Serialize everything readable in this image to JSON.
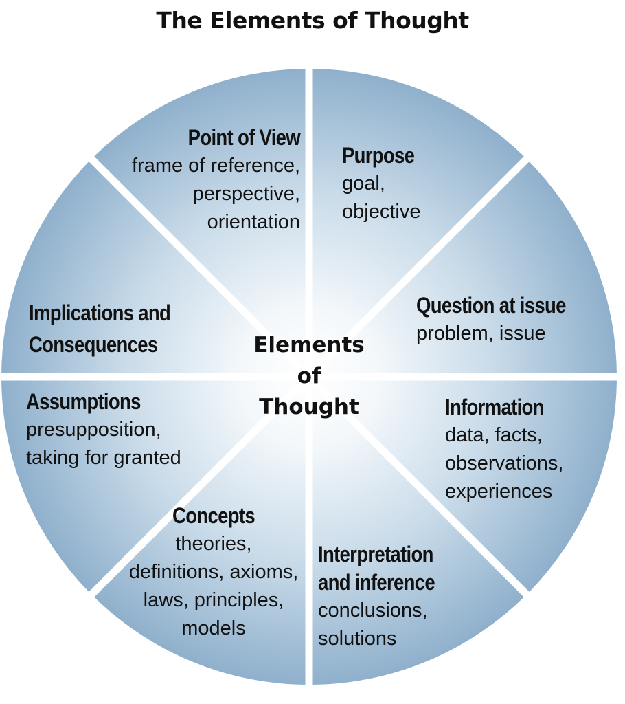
{
  "title": "The Elements of Thought",
  "center": [
    "Elements",
    "of",
    "Thought"
  ],
  "colors": {
    "rim": "#8fb0cc",
    "mid": "#c9dbe9",
    "center": "#ffffff",
    "divider": "#ffffff"
  },
  "segments": {
    "point_of_view": {
      "title": "Point of View",
      "lines": [
        "frame of reference,",
        "perspective,",
        "orientation"
      ]
    },
    "purpose": {
      "title": "Purpose",
      "lines": [
        "goal,",
        "objective"
      ]
    },
    "question": {
      "title": "Question at issue",
      "lines": [
        "problem, issue"
      ]
    },
    "information": {
      "title": "Information",
      "lines": [
        "data, facts,",
        "observations,",
        "experiences"
      ]
    },
    "interpretation": {
      "title": "Interpretation",
      "title2": "and inference",
      "lines": [
        "conclusions,",
        "solutions"
      ]
    },
    "concepts": {
      "title": "Concepts",
      "lines": [
        "theories,",
        "definitions, axioms,",
        "laws, principles,",
        "models"
      ]
    },
    "assumptions": {
      "title": "Assumptions",
      "lines": [
        "presupposition,",
        "taking for granted"
      ]
    },
    "implications": {
      "title": "Implications and",
      "title2": "Consequences"
    }
  }
}
